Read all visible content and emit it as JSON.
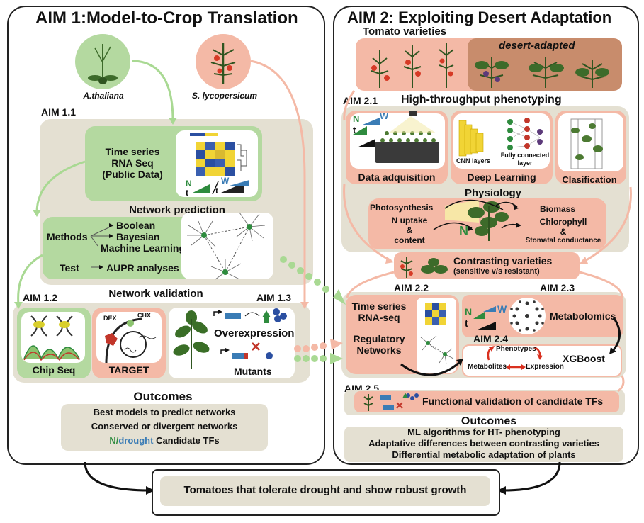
{
  "aim1": {
    "title": "AIM 1:Model-to-Crop Translation",
    "plant1": "A.thaliana",
    "plant2": "S. lycopersicum",
    "aim11": "AIM 1.1",
    "timeseries": [
      "Time series",
      "RNA Seq",
      "(Public Data)"
    ],
    "legend_n": "N",
    "legend_t": "t",
    "legend_w": "W",
    "legend_t2": "t",
    "network_prediction": "Network prediction",
    "methods_label": "Methods",
    "methods": [
      "Boolean",
      "Bayesian",
      "Machine Learning"
    ],
    "test_label": "Test",
    "test_value": "AUPR analyses",
    "aim12": "AIM 1.2",
    "network_validation": "Network validation",
    "aim13": "AIM 1.3",
    "chipseq": "Chip Seq",
    "target": "TARGET",
    "dex": "DEX",
    "chx": "CHX",
    "overexpression": "Overexpression",
    "mutants": "Mutants",
    "outcomes_title": "Outcomes",
    "outcome1": "Best models to predict networks",
    "outcome2": "Conserved or divergent networks",
    "outcome3_n": "N/",
    "outcome3_drought": "drought",
    "outcome3_rest": " Candidate TFs"
  },
  "aim2": {
    "title": "AIM 2: Exploiting Desert Adaptation",
    "tomato_varieties": "Tomato varieties",
    "desert_adapted": "desert-adapted",
    "aim21": "AIM 2.1",
    "htp": "High-throughput phenotyping",
    "legend_n": "N",
    "legend_w": "W",
    "legend_t": "t",
    "cnn": "CNN layers",
    "fully_connected": [
      "Fully connected",
      "layer"
    ],
    "data_acq": "Data adquisition",
    "deep_learning": "Deep Learning",
    "classification": "Clasification",
    "physiology": "Physiology",
    "photosynthesis": "Photosynthesis",
    "n_uptake": [
      "N uptake",
      "&",
      "content"
    ],
    "n_leaf": "N",
    "biomass": "Biomass",
    "chlorophyll": [
      "Chlorophyll",
      "&",
      "Stomatal conductance"
    ],
    "contrasting": "Contrasting varieties",
    "contrasting_sub": "(sensitive v/s resistant)",
    "aim22": "AIM 2.2",
    "aim23": "AIM 2.3",
    "ts_rnaseq": [
      "Time series",
      "RNA-seq"
    ],
    "reg_networks": [
      "Regulatory",
      "Networks"
    ],
    "n2": "N",
    "w2": "W",
    "t2": "t",
    "metabolomics": "Metabolomics",
    "aim24": "AIM 2.4",
    "phenotypes": "Phenotypes",
    "metabolites": "Metabolites",
    "expression": "Expression",
    "xgboost": "XGBoost",
    "aim25": "AIM 2.5",
    "functional": "Functional validation of candidate TFs",
    "outcomes_title": "Outcomes",
    "outcome1": "ML algorithms for HT- phenotyping",
    "outcome2": "Adaptative differences between contrasting varieties",
    "outcome3": "Differential metabolic adaptation of plants"
  },
  "final": "Tomatoes that tolerate drought and show robust growth",
  "colors": {
    "green": "#b4d9a0",
    "pink": "#f4b9a6",
    "beige": "#e4e0d2",
    "drought_blue": "#3a7cb5",
    "n_green": "#2e8b3e"
  }
}
